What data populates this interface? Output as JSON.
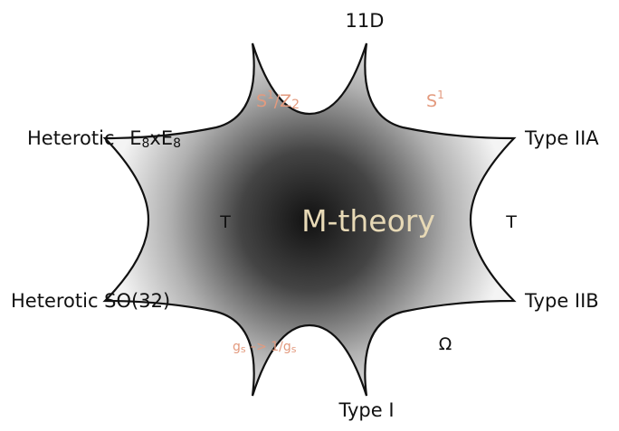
{
  "colors": {
    "shape_center": "#111111",
    "shape_edge": "#f4f4f4",
    "outline": "#111111",
    "vertex_text": "#111111",
    "duality_accent": "#e39a7e",
    "duality_plain": "#111111",
    "center_text": "#e7d9b6"
  },
  "center": {
    "label": "M-theory"
  },
  "vertices": {
    "top": {
      "label": "11D"
    },
    "upper_right": {
      "label": "Type IIA"
    },
    "lower_right": {
      "label": "Type IIB"
    },
    "bottom": {
      "label": "Type I"
    },
    "lower_left": {
      "label": "Heterotic SO(32)"
    },
    "upper_left": {
      "prefix": "Heterotic",
      "E1": "E",
      "sub1": "8",
      "x": "x",
      "E2": "E",
      "sub2": "8"
    }
  },
  "dualities": {
    "top_left": {
      "base": "S",
      "sup": "1",
      "slash": "/Z",
      "sub": "2"
    },
    "top_right": {
      "base": "S",
      "sup": "1"
    },
    "left": {
      "label": "T"
    },
    "right": {
      "label": "T"
    },
    "bottom_left": {
      "g1": "g",
      "s1": "s",
      "arrow": " –> 1/g",
      "s2": "s"
    },
    "bottom_right": {
      "label": "Ω"
    }
  }
}
